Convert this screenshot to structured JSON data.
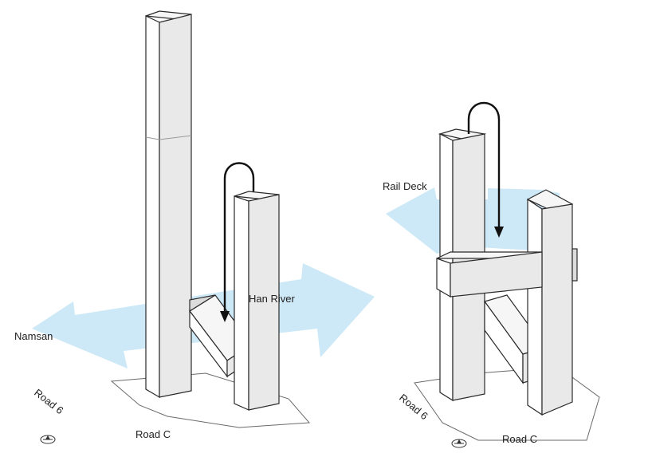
{
  "left_diagram": {
    "labels": {
      "namsan": "Namsan",
      "han_river": "Han River",
      "road_6": "Road 6",
      "road_c": "Road C"
    }
  },
  "right_diagram": {
    "labels": {
      "rail_deck": "Rail Deck",
      "road_6": "Road 6",
      "road_c": "Road C"
    }
  },
  "colors": {
    "flow_band": "#bfe1f3",
    "building": "#ffffff",
    "outline": "#2a2a2a"
  }
}
